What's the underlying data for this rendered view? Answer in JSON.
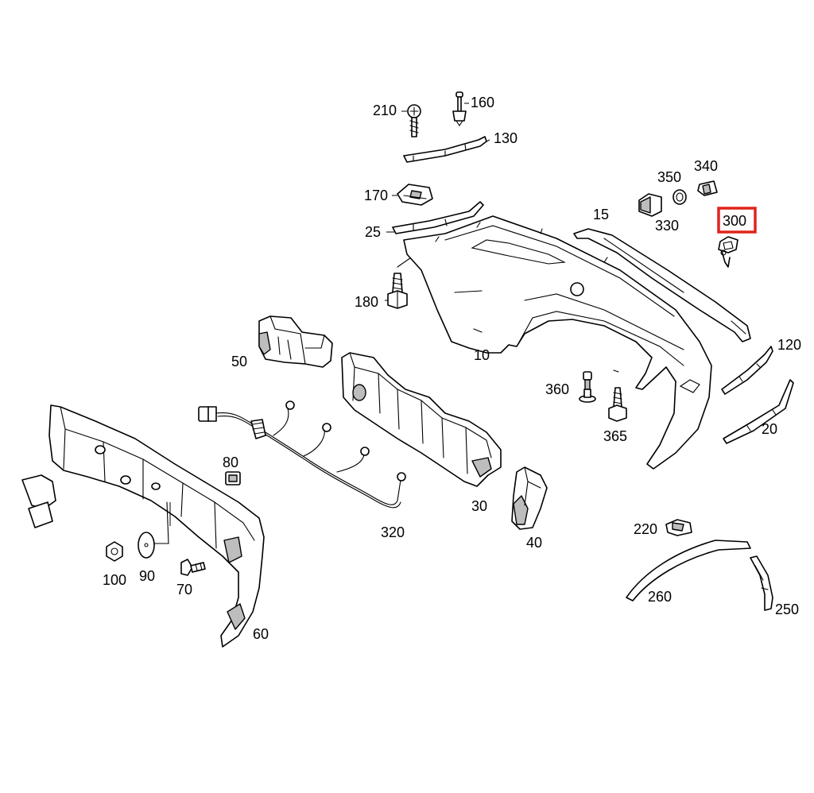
{
  "labels": {
    "p10": "10",
    "p15": "15",
    "p20": "20",
    "p25": "25",
    "p30": "30",
    "p40": "40",
    "p50": "50",
    "p60": "60",
    "p70": "70",
    "p80": "80",
    "p90": "90",
    "p100": "100",
    "p120": "120",
    "p130": "130",
    "p160": "160",
    "p170": "170",
    "p180": "180",
    "p210": "210",
    "p220": "220",
    "p250": "250",
    "p260": "260",
    "p300": "300",
    "p320": "320",
    "p330": "330",
    "p340": "340",
    "p350": "350",
    "p360": "360",
    "p365": "365"
  },
  "highlighted_part": "300",
  "colors": {
    "highlight": "#e0241b",
    "line": "#000000",
    "background": "#ffffff"
  }
}
